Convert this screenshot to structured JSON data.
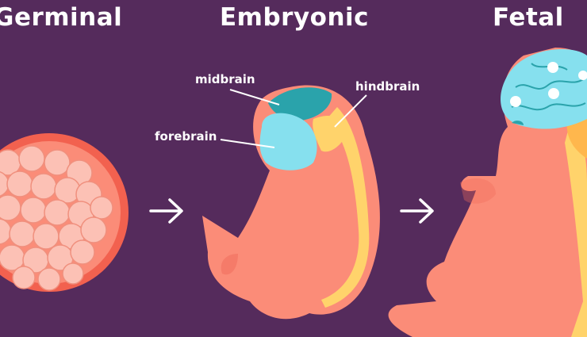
{
  "stages": [
    {
      "label": "Germinal"
    },
    {
      "label": "Embryonic"
    },
    {
      "label": "Fetal"
    }
  ],
  "brain_labels": {
    "midbrain": "midbrain",
    "hindbrain": "hindbrain",
    "forebrain": "forebrain"
  },
  "colors": {
    "background": "#552b5c",
    "skin": "#fb8c78",
    "skin_dark": "#f06a5a",
    "spine": "#ffd36b",
    "forebrain": "#86e0ee",
    "midbrain": "#2aa3ab",
    "text": "#ffffff"
  }
}
